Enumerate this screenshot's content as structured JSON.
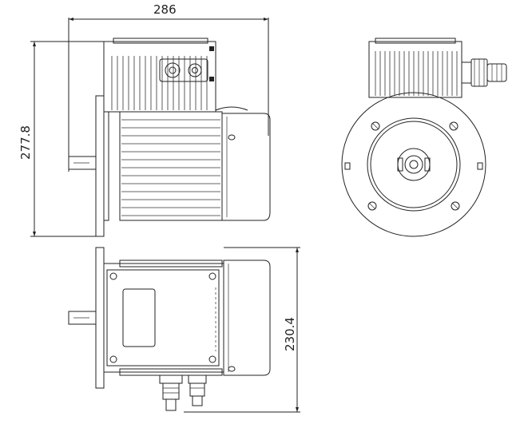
{
  "dimensions": {
    "overall_length": "286",
    "overall_height": "277.8",
    "side_height": "230.4"
  },
  "colors": {
    "line": "#222222",
    "background": "#ffffff"
  }
}
